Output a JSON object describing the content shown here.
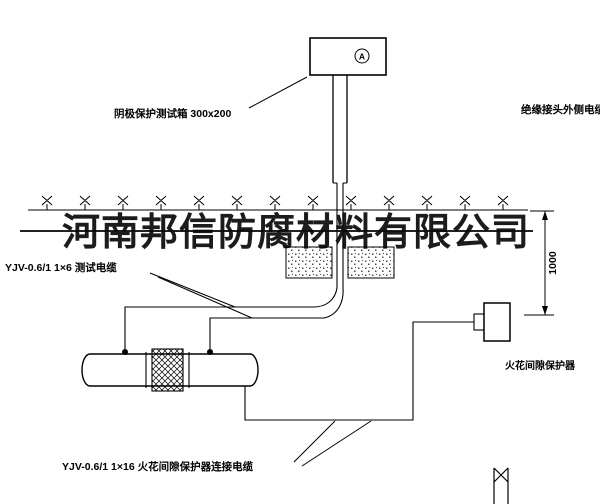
{
  "colors": {
    "background": "#ffffff",
    "line": "#000000",
    "watermark": "#0b0b0b"
  },
  "watermark": {
    "text": "河南邦信防腐材料有限公司"
  },
  "labels": {
    "test_box": "阴极保护测试箱 300x200",
    "outer_cable": "绝缘接头外侧电缆",
    "test_cable": "YJV-0.6/1 1×6  测试电缆",
    "spark_gap_cable": "YJV-0.6/1 1×16  火花间隙保护器连接电缆",
    "spark_gap": "火花间隙保护器",
    "ammeter": "A",
    "dimension_1000": "1000"
  }
}
